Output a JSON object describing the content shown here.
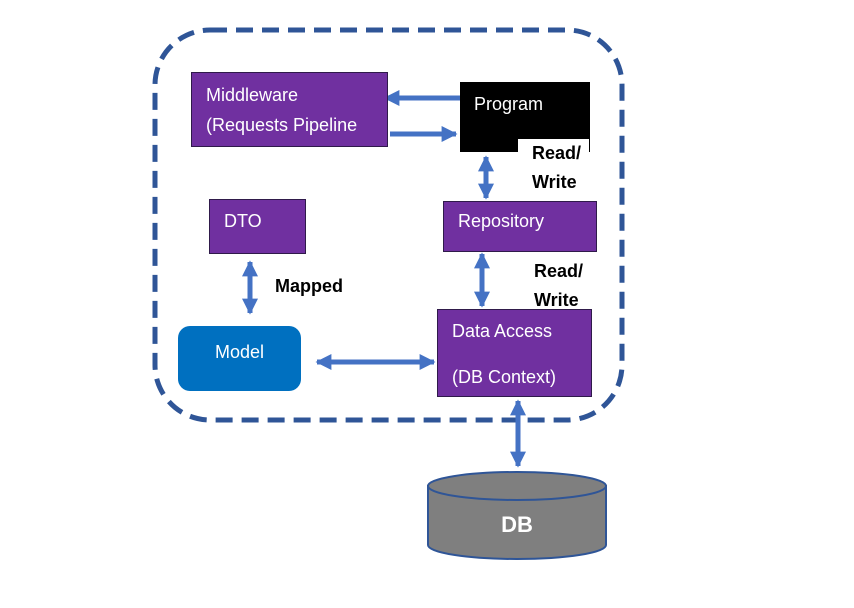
{
  "nodes": {
    "middleware": {
      "line1": "Middleware",
      "line2": "(Requests Pipeline"
    },
    "program": {
      "label": "Program"
    },
    "repository": {
      "label": "Repository"
    },
    "dto": {
      "label": "DTO"
    },
    "model": {
      "label": "Model"
    },
    "data_access": {
      "line1": "Data Access",
      "line2": "(DB Context)"
    },
    "db": {
      "label": "DB"
    }
  },
  "edges": {
    "program_repository": {
      "line1": "Read/",
      "line2": "Write"
    },
    "repository_data_access": {
      "line1": "Read/",
      "line2": "Write"
    },
    "dto_model": {
      "label": "Mapped"
    }
  },
  "colors": {
    "boundary": "#2F5597",
    "arrow": "#4472C4",
    "purple_box": "#7030A0",
    "program_box": "#000000",
    "model_box": "#0070C0",
    "db_cylinder": "#7F7F7F"
  }
}
